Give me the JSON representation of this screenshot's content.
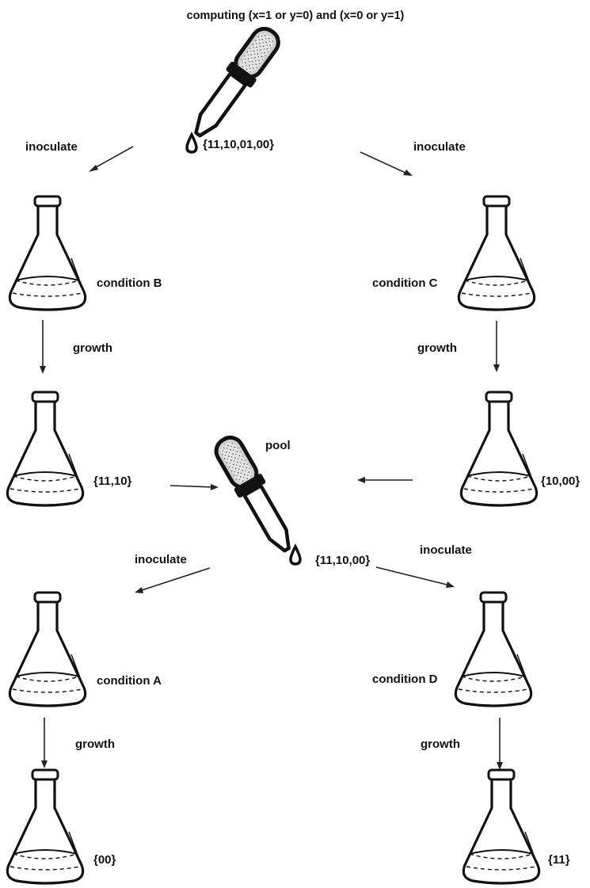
{
  "title": "computing (x=1 or y=0) and (x=0 or y=1)",
  "droppers": [
    {
      "id": "top-dropper",
      "label": "{11,10,01,00}"
    },
    {
      "id": "pool-dropper",
      "heading": "pool",
      "label": "{11,10,00}"
    }
  ],
  "flasks": [
    {
      "id": "flask-condition-b",
      "label": "condition B"
    },
    {
      "id": "flask-condition-c",
      "label": "condition C"
    },
    {
      "id": "flask-11-10",
      "label": "{11,10}"
    },
    {
      "id": "flask-10-00",
      "label": "{10,00}"
    },
    {
      "id": "flask-condition-a",
      "label": "condition A"
    },
    {
      "id": "flask-condition-d",
      "label": "condition D"
    },
    {
      "id": "flask-00",
      "label": "{00}"
    },
    {
      "id": "flask-11",
      "label": "{11}"
    }
  ],
  "step_labels": {
    "inoculate_left_top": "inoculate",
    "inoculate_right_top": "inoculate",
    "growth_left_top": "growth",
    "growth_right_top": "growth",
    "inoculate_left_bottom": "inoculate",
    "inoculate_right_bottom": "inoculate",
    "growth_left_bottom": "growth",
    "growth_right_bottom": "growth"
  }
}
